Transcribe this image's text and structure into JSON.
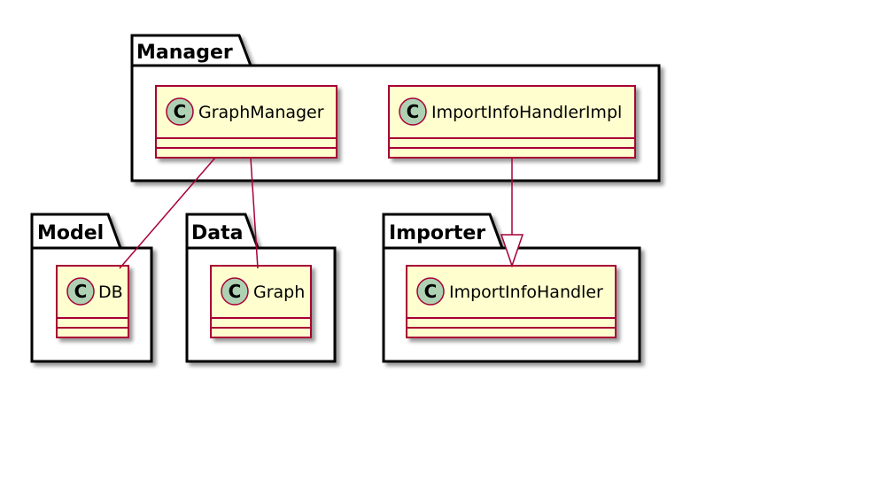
{
  "colors": {
    "package_border": "#000000",
    "package_fill": "#ffffff",
    "class_border": "#a80036",
    "class_fill": "#fefece",
    "class_badge_fill": "#add1b2",
    "relation": "#a80036"
  },
  "packages": {
    "manager": {
      "title": "Manager"
    },
    "model": {
      "title": "Model"
    },
    "data": {
      "title": "Data"
    },
    "importer": {
      "title": "Importer"
    }
  },
  "classes": {
    "graph_manager": {
      "badge": "C",
      "name": "GraphManager"
    },
    "import_info_handler_impl": {
      "badge": "C",
      "name": "ImportInfoHandlerImpl"
    },
    "db": {
      "badge": "C",
      "name": "DB"
    },
    "graph": {
      "badge": "C",
      "name": "Graph"
    },
    "import_info_handler": {
      "badge": "C",
      "name": "ImportInfoHandler"
    }
  },
  "relations": [
    {
      "from": "GraphManager",
      "to": "DB",
      "kind": "association"
    },
    {
      "from": "GraphManager",
      "to": "Graph",
      "kind": "association"
    },
    {
      "from": "ImportInfoHandlerImpl",
      "to": "ImportInfoHandler",
      "kind": "realization"
    }
  ]
}
